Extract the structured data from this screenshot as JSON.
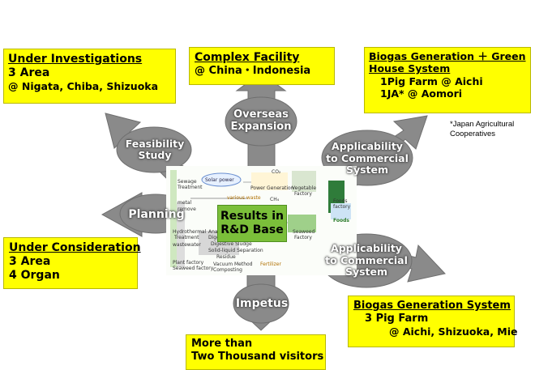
{
  "boxes": {
    "investigations": {
      "heading": "Under Investigations",
      "line1": "3 Area",
      "line2": "@ Nigata, Chiba,  Shizuoka"
    },
    "complex": {
      "heading": "Complex Facility",
      "line1": "@ China・Indonesia"
    },
    "biogas_green": {
      "heading1": "Biogas Generation ＋ Green",
      "heading2": "House  System",
      "line1": "1Pig Farm @ Aichi",
      "line2": "1JA*       @ Aomori"
    },
    "consideration": {
      "heading": "Under  Consideration",
      "line1": "3 Area",
      "line2": "4 Organ"
    },
    "biogas": {
      "heading": "Biogas Generation System",
      "line1": "3 Pig Farm",
      "line2": "@ Aichi, Shizuoka, Mie"
    },
    "visitors": {
      "line1": "More than",
      "line2": "Two Thousand visitors"
    }
  },
  "footnote": {
    "line1": "*Japan Agricultural",
    "line2": "Cooperatives"
  },
  "arrow_labels": {
    "overseas": [
      "Overseas",
      "Expansion"
    ],
    "feasibility": [
      "Feasibility",
      "Study"
    ],
    "applicability_top": [
      "Applicability",
      "to Commercial",
      "System"
    ],
    "planning": "Planning",
    "applicability_bottom": [
      "Applicability",
      "to Commercial",
      "System"
    ],
    "impetus": "Impetus"
  },
  "center": {
    "line1": "Results in",
    "line2": "R&D Base"
  },
  "panel": {
    "solar": "Solar power",
    "co2": "CO₂",
    "power": "Power Generation",
    "vegetable": "Vegetable",
    "vegetable2": "Factory",
    "sewage": "Sewage",
    "sewage2": "Treatment",
    "various": "various waste",
    "ch4": "CH₄",
    "metal": "metal",
    "remove": "remove",
    "hydro": "Hydrothermal",
    "hydro2": "Treatment",
    "anaer": "Anae",
    "anaer2": "Dige",
    "wastewater": "wastewater",
    "digestive": "Digestive Sludge",
    "solid": "Solid-liquid Separation",
    "residue": "Residue",
    "plant": "Plant factory",
    "seaweed_f": "Seaweed factory",
    "vacuum": "Vacuum  Method",
    "composting": "Composting",
    "fertilizer": "Fertilizer",
    "seaweed": "Seaweed",
    "seaweed2": "Factory",
    "foods_factory": "Foods",
    "foods_factory2": "factory",
    "foods": "Foods"
  },
  "colors": {
    "box": "#ffff00",
    "arrow": "#8a8a8a",
    "center": "#7bbf3a"
  }
}
